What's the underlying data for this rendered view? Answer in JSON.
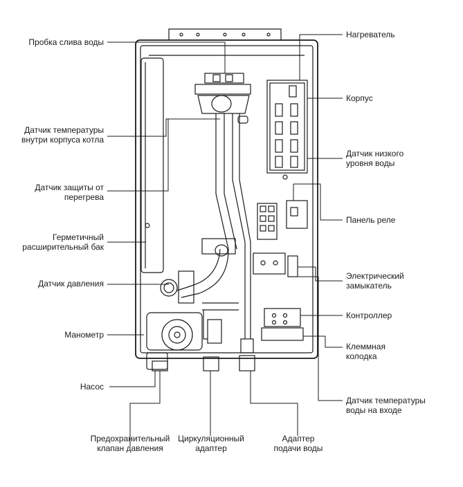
{
  "labels": {
    "drain_plug": [
      "Пробка слива воды"
    ],
    "internal_temp_sensor": [
      "Датчик температуры",
      "внутри корпуса котла"
    ],
    "overheat_sensor": [
      "Датчик защиты от",
      "перегрева"
    ],
    "expansion_tank": [
      "Герметичный",
      "расширительный бак"
    ],
    "pressure_sensor": [
      "Датчик давления"
    ],
    "manometer": [
      "Манометр"
    ],
    "pump": [
      "Насос"
    ],
    "safety_valve": [
      "Предохранительный",
      "клапан давления"
    ],
    "circulation_adapter": [
      "Циркуляционный",
      "адаптер"
    ],
    "supply_adapter": [
      "Адаптер",
      "подачи воды"
    ],
    "heater": [
      "Нагреватель"
    ],
    "housing": [
      "Корпус"
    ],
    "low_water_sensor": [
      "Датчик низкого",
      "уровня воды"
    ],
    "relay_panel": [
      "Панель реле"
    ],
    "electric_switch": [
      "Электрический",
      "замыкатель"
    ],
    "controller": [
      "Контроллер"
    ],
    "terminal_block": [
      "Клеммная",
      "колодка"
    ],
    "inlet_temp_sensor": [
      "Датчик температуры",
      "воды на входе"
    ]
  },
  "colors": {
    "line": "#1a1a1a",
    "background": "#ffffff"
  }
}
